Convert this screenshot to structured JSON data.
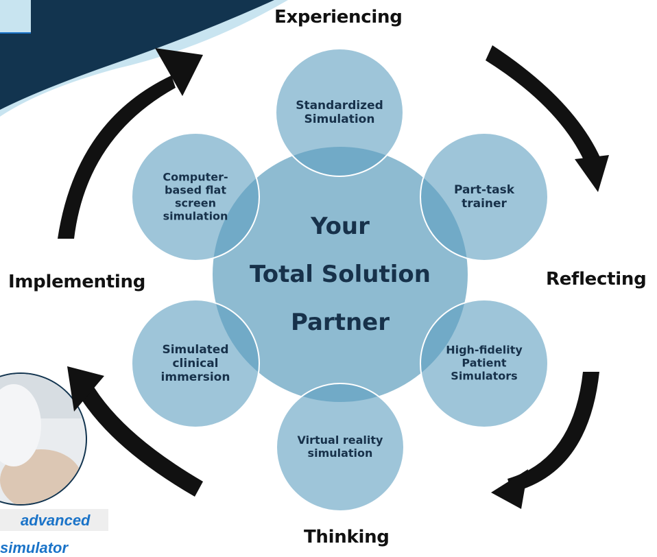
{
  "stages": {
    "top": "Experiencing",
    "right": "Reflecting",
    "bottom": "Thinking",
    "left": "Implementing"
  },
  "center": {
    "line1": "Your",
    "line2": "Total Solution",
    "line3": "Partner"
  },
  "bubbles": {
    "top": [
      "Standardized",
      "Simulation"
    ],
    "upper_right": [
      "Part-task",
      "trainer"
    ],
    "lower_right": [
      "High-fidelity",
      "Patient",
      "Simulators"
    ],
    "bottom": [
      "Virtual reality",
      "simulation"
    ],
    "lower_left": [
      "Simulated",
      "clinical",
      "immersion"
    ],
    "upper_left": [
      "Computer-",
      "based flat",
      "screen",
      "simulation"
    ]
  },
  "captions": {
    "line1": "advanced",
    "line2": "simulator"
  },
  "colors": {
    "bubble_fill": "#5e9fbf",
    "center_fill": "#7aafc9",
    "bubble_text": "#17314a",
    "arrow": "#111111",
    "banner_dark": "#12344f",
    "banner_light": "#c8e4f0",
    "caption_text": "#1a73c8"
  }
}
